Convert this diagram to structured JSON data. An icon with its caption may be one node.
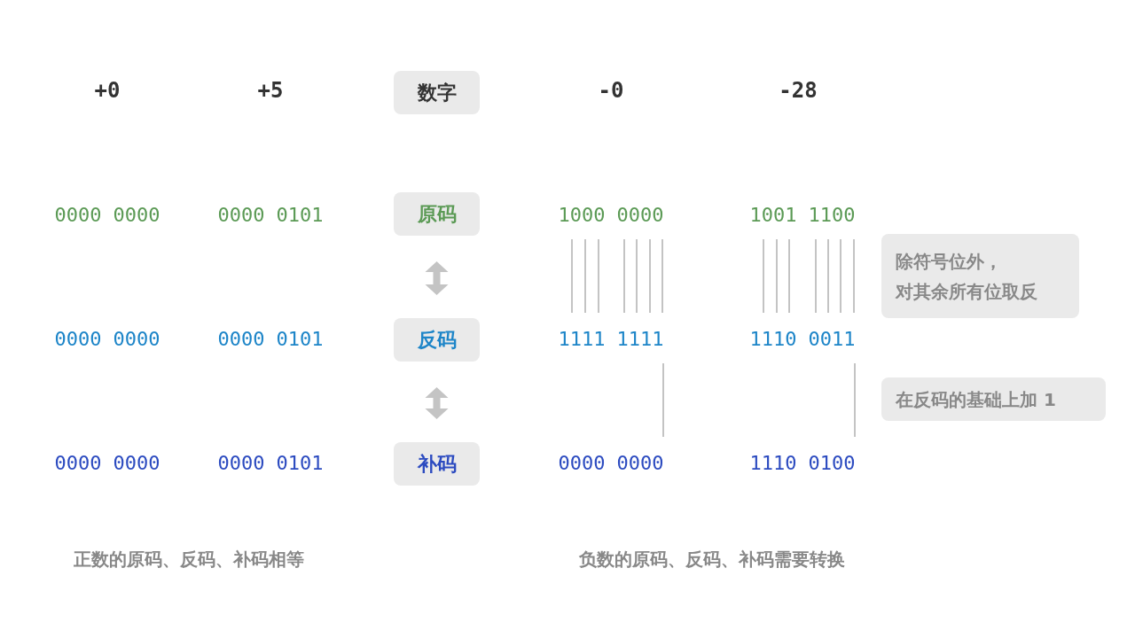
{
  "diagram": {
    "nodes": [
      {
        "text": [
          "数字"
        ]
      },
      {
        "text": [
          "原码"
        ]
      },
      {
        "text": [
          "反码"
        ]
      },
      {
        "text": [
          "补码"
        ]
      },
      {
        "text": [
          "除符号位外，对其余所有位取反"
        ]
      },
      {
        "text": [
          "在反码的基础上加 1"
        ]
      }
    ],
    "edges": [
      {
        "from": 1,
        "to": 2,
        "arrow": "both"
      },
      {
        "from": 2,
        "to": 3,
        "arrow": "both"
      }
    ],
    "labels": [
      "+0",
      "+5",
      "-0",
      "-28",
      "0000 0000",
      "0000 0101",
      "1000 0000",
      "1001 1100",
      "0000 0000",
      "0000 0101",
      "1111 1111",
      "1110 0011",
      "0000 0000",
      "0000 0101",
      "0000 0000",
      "1110 0100",
      "正数的原码、反码、补码相等",
      "负数的原码、反码、补码需要转换"
    ]
  }
}
